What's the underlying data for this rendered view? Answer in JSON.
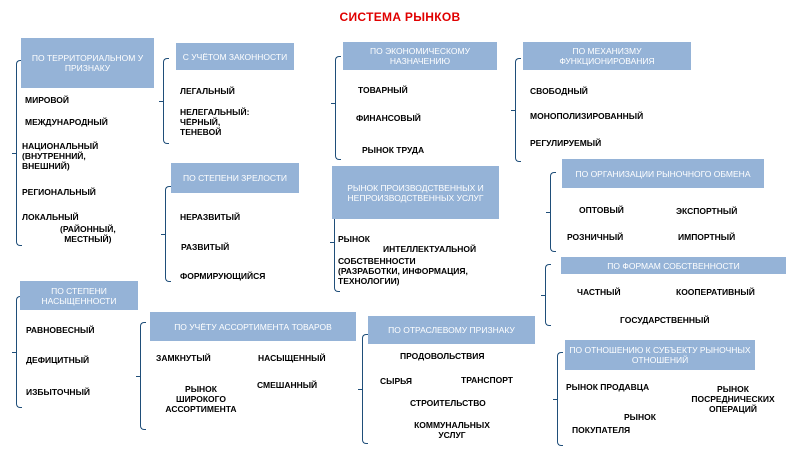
{
  "title": "СИСТЕМА РЫНКОВ",
  "groups": {
    "territorial": {
      "header": "ПО ТЕРРИТОРИАЛЬНОМ У ПРИЗНАКУ",
      "items": [
        "МИРОВОЙ",
        "МЕЖДУНАРОДНЫЙ",
        "НАЦИОНАЛЬНЫЙ\n(ВНУТРЕННИЙ,\nВНЕШНИЙ)",
        "РЕГИОНАЛЬНЫЙ",
        "ЛОКАЛЬНЫЙ",
        "(РАЙОННЫЙ,\nМЕСТНЫЙ)"
      ]
    },
    "legality": {
      "header": "С УЧЁТОМ ЗАКОННОСТИ",
      "items": [
        "ЛЕГАЛЬНЫЙ",
        "НЕЛЕГАЛЬНЫЙ:\nЧЁРНЫЙ,\nТЕНЕВОЙ"
      ]
    },
    "economic_purpose": {
      "header": "ПО ЭКОНОМИЧЕСКОМУ НАЗНАЧЕНИЮ",
      "items": [
        "ТОВАРНЫЙ",
        "ФИНАНСОВЫЙ",
        "РЫНОК ТРУДА"
      ]
    },
    "mechanism": {
      "header": "ПО МЕХАНИЗМУ ФУНКЦИОНИРОВАНИЯ",
      "items": [
        "СВОБОДНЫЙ",
        "МОНОПОЛИЗИРОВАННЫЙ",
        "РЕГУЛИРУЕМЫЙ"
      ]
    },
    "maturity": {
      "header": "ПО СТЕПЕНИ ЗРЕЛОСТИ",
      "items": [
        "НЕРАЗВИТЫЙ",
        "РАЗВИТЫЙ",
        "ФОРМИРУЮЩИЙСЯ"
      ]
    },
    "production": {
      "header": "РЫНОК ПРОИЗВОДСТВЕННЫХ И НЕПРОИЗВОДСТВЕННЫХ УСЛУГ",
      "items": [
        "РЫНОК",
        "ИНТЕЛЛЕКТУАЛЬНОЙ",
        "СОБСТВЕННОСТИ\n(РАЗРАБОТКИ, ИНФОРМАЦИЯ,\nТЕХНОЛОГИИ)"
      ]
    },
    "exchange": {
      "header": "ПО ОРГАНИЗАЦИИ РЫНОЧНОГО ОБМЕНА",
      "items": [
        "ОПТОВЫЙ",
        "ЭКСПОРТНЫЙ",
        "РОЗНИЧНЫЙ",
        "ИМПОРТНЫЙ"
      ]
    },
    "ownership": {
      "header": "ПО ФОРМАМ СОБСТВЕННОСТИ",
      "items": [
        "ЧАСТНЫЙ",
        "КООПЕРАТИВНЫЙ",
        "ГОСУДАРСТВЕННЫЙ"
      ]
    },
    "saturation": {
      "header": "ПО СТЕПЕНИ НАСЫЩЕННОСТИ",
      "items": [
        "РАВНОВЕСНЫЙ",
        "ДЕФИЦИТНЫЙ",
        "ИЗБЫТОЧНЫЙ"
      ]
    },
    "assortment": {
      "header": "ПО УЧЁТУ АССОРТИМЕНТА ТОВАРОВ",
      "items": [
        "ЗАМКНУТЫЙ",
        "НАСЫЩЕННЫЙ",
        "РЫНОК\nШИРОКОГО\nАССОРТИМЕНТА",
        "СМЕШАННЫЙ"
      ]
    },
    "sectoral": {
      "header": "ПО ОТРАСЛЕВОМУ ПРИЗНАКУ",
      "items": [
        "ПРОДОВОЛЬСТВИЯ",
        "СЫРЬЯ",
        "ТРАНСПОРТ",
        "СТРОИТЕЛЬСТВО",
        "КОММУНАЛЬНЫХ\nУСЛУГ"
      ]
    },
    "subject": {
      "header": "ПО ОТНОШЕНИЮ К СУБЪЕКТУ РЫНОЧНЫХ ОТНОШЕНИЙ",
      "items": [
        "РЫНОК ПРОДАВЦА",
        "РЫНОК\nПОСРЕДНИЧЕСКИХ\nОПЕРАЦИЙ",
        "РЫНОК",
        "ПОКУПАТЕЛЯ"
      ]
    }
  }
}
